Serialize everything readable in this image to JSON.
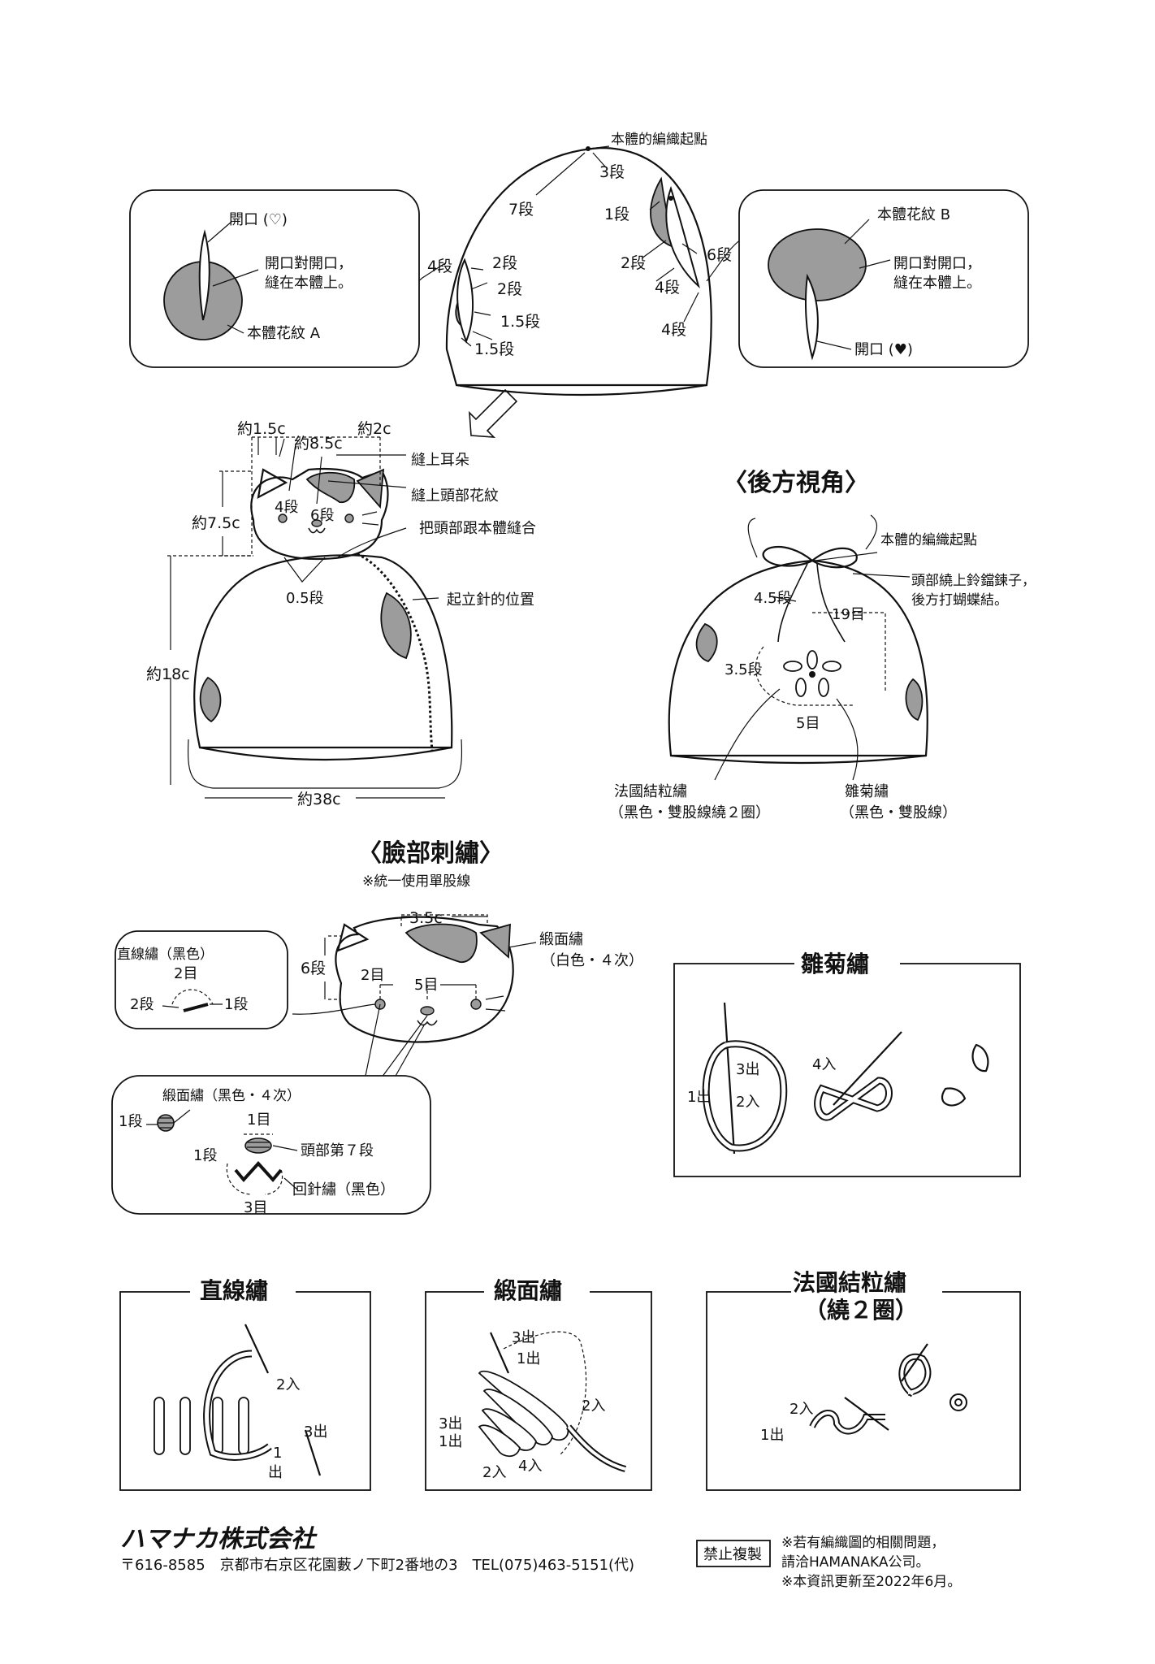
{
  "top_body": {
    "start_label": "本體的編織起點",
    "labels": [
      "3段",
      "7段",
      "1段",
      "4段",
      "2段",
      "2段",
      "2段",
      "6段",
      "4段",
      "1.5段",
      "4段",
      "1.5段"
    ]
  },
  "left_callout": {
    "opening": "開口 (♡)",
    "sew_line1": "開口對開口，",
    "sew_line2": "縫在本體上。",
    "pattern": "本體花紋 A"
  },
  "right_callout": {
    "pattern": "本體花紋 B",
    "sew_line1": "開口對開口，",
    "sew_line2": "縫在本體上。",
    "opening": "開口 (♥)"
  },
  "front_view": {
    "dims": [
      "約1.5c",
      "約8.5c",
      "約2c",
      "約7.5c",
      "約18c",
      "約38c"
    ],
    "labels": [
      "4段",
      "6段",
      "0.5段"
    ],
    "notes": [
      "縫上耳朵",
      "縫上頭部花紋",
      "把頭部跟本體縫合",
      "起立針的位置"
    ]
  },
  "back_view": {
    "title": "〈後方視角〉",
    "start_label": "本體的編織起點",
    "note1": "頭部繞上鈴鐺鍊子，",
    "note2": "後方打蝴蝶結。",
    "labels": [
      "4.5段",
      "19目",
      "3.5段",
      "5目"
    ],
    "french_knot": "法國結粒繡",
    "french_knot_note": "（黑色・雙股線繞２圈）",
    "lazy_daisy": "雛菊繡",
    "lazy_daisy_note": "（黑色・雙股線）"
  },
  "face_embroidery": {
    "title": "〈臉部刺繡〉",
    "subtitle": "※統一使用單股線",
    "dims": [
      "3.5c",
      "6段",
      "2目",
      "5目"
    ],
    "satin_white": "緞面繡",
    "satin_white_note": "（白色・４次）",
    "straight_title": "直線繡（黑色）",
    "straight_labels": [
      "2目",
      "2段",
      "1段"
    ],
    "satin_black": "緞面繡（黑色・４次）",
    "satin_labels": [
      "1段",
      "1目",
      "1段",
      "3目"
    ],
    "head_row": "頭部第７段",
    "back_stitch": "回針繡（黑色）"
  },
  "lazy_daisy_box": {
    "title": "雛菊繡",
    "labels": [
      "3出",
      "1出",
      "2入",
      "4入"
    ]
  },
  "straight_box": {
    "title": "直線繡",
    "labels": [
      "2入",
      "3出",
      "1",
      "出"
    ]
  },
  "satin_box": {
    "title": "緞面繡",
    "labels": [
      "3出",
      "1出",
      "2入",
      "3出",
      "1出",
      "2入",
      "4入"
    ]
  },
  "french_box": {
    "title": "法國結粒繡",
    "subtitle": "（繞２圈）",
    "labels": [
      "2入",
      "1出"
    ]
  },
  "footer": {
    "company": "ハマナカ株式会社",
    "address": "〒616-8585　京都市右京区花園藪ノ下町2番地の3　TEL(075)463-5151(代)",
    "stamp": "禁止複製",
    "note1": "※若有編織圖的相關問題，",
    "note2": "請洽HAMANAKA公司。",
    "note3": "※本資訊更新至2022年6月。"
  }
}
